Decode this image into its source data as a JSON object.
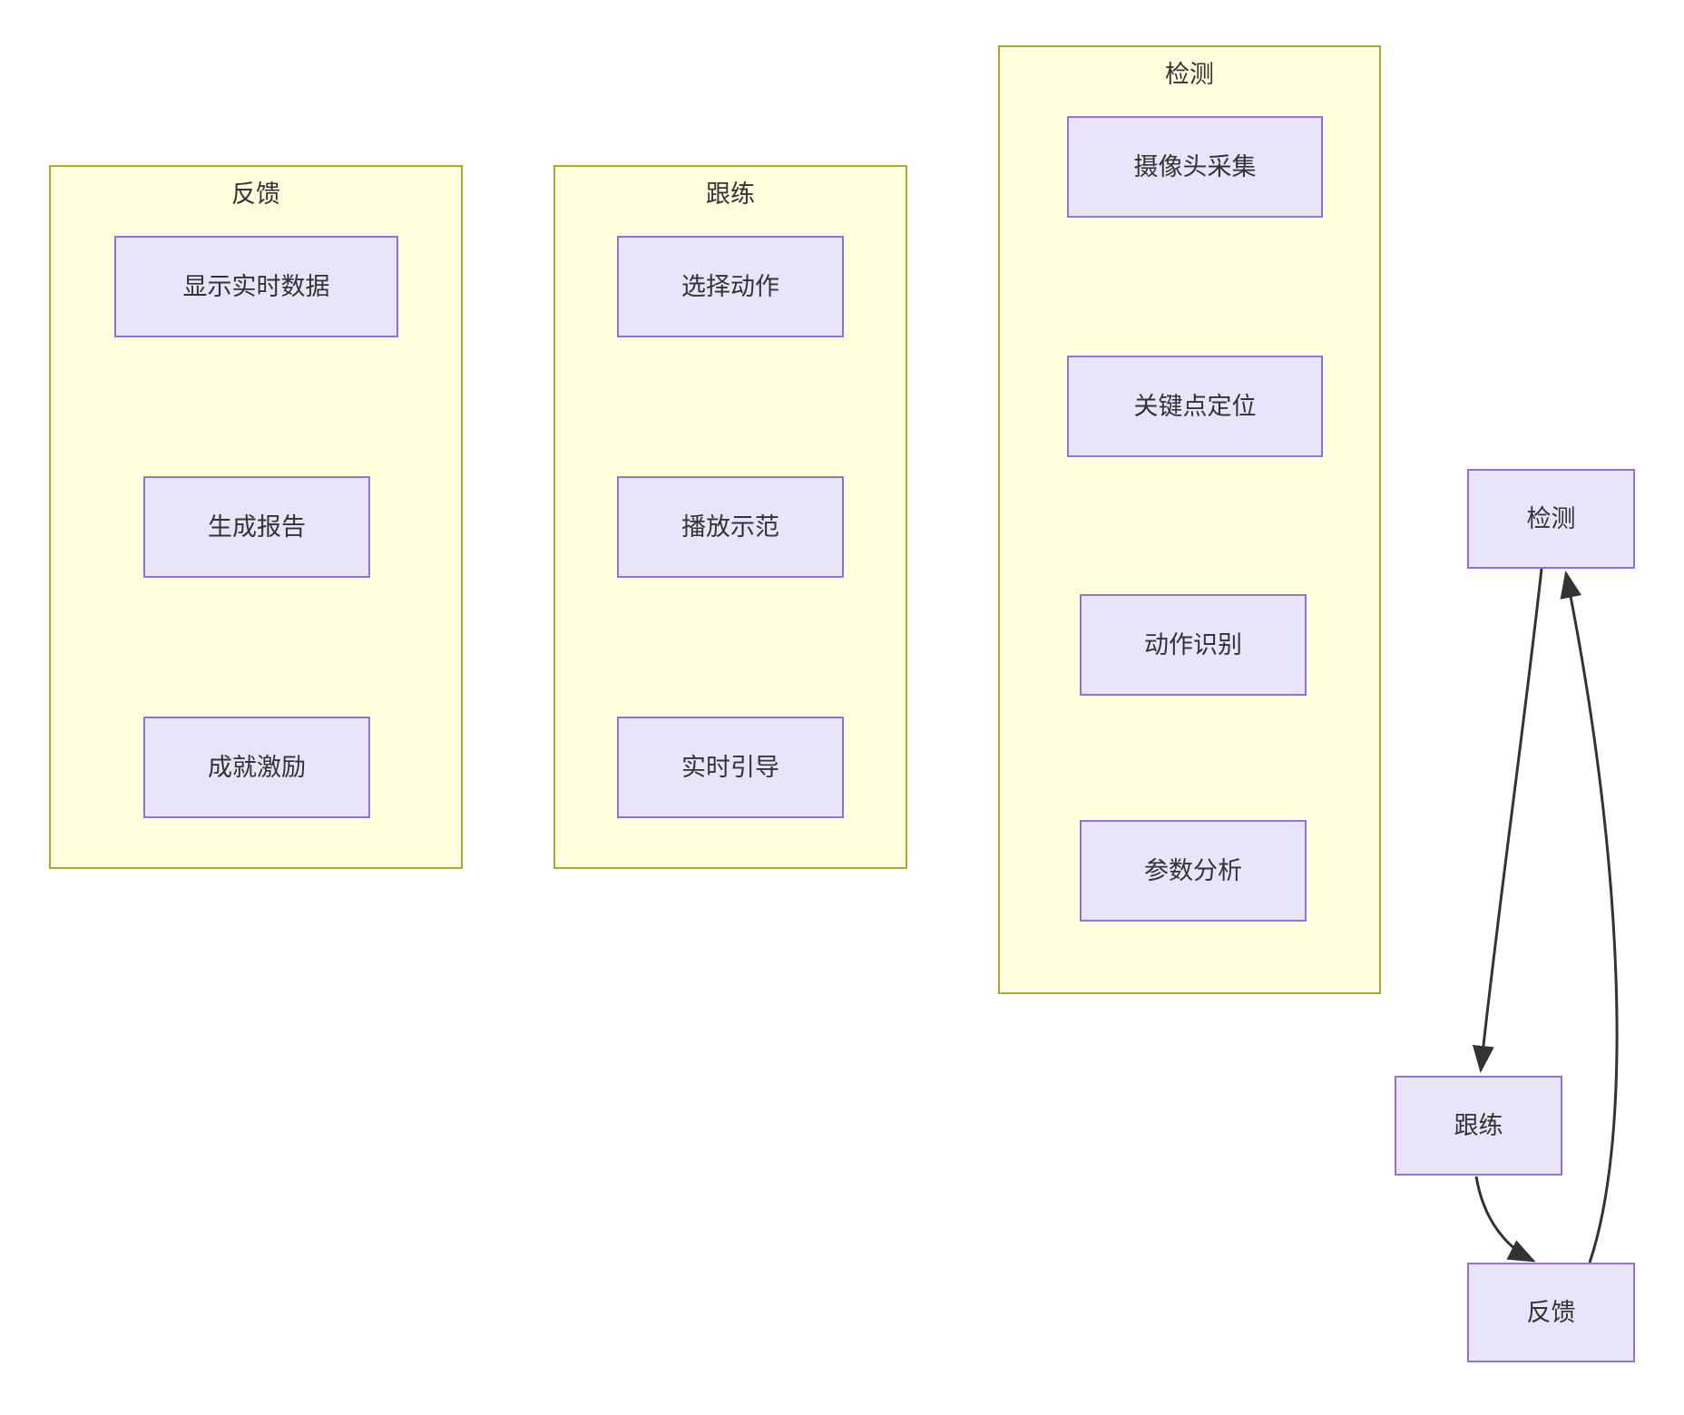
{
  "diagram": {
    "type": "flowchart",
    "direction": "top-down",
    "background": "#ffffff",
    "palette": {
      "node_fill": "#e8e4fa",
      "node_border": "#9370db",
      "node_text": "#333333",
      "subgraph_fill": "#ffffde",
      "subgraph_border": "#aaaa33",
      "edge_stroke": "#333333"
    }
  },
  "subgraphs": [
    {
      "id": "feedback-group",
      "title": "反馈",
      "nodes": [
        {
          "id": "show-realtime-data",
          "label": "显示实时数据"
        },
        {
          "id": "generate-report",
          "label": "生成报告"
        },
        {
          "id": "achievement-motivation",
          "label": "成就激励"
        }
      ]
    },
    {
      "id": "coaching-group",
      "title": "跟练",
      "nodes": [
        {
          "id": "select-action",
          "label": "选择动作"
        },
        {
          "id": "play-demo",
          "label": "播放示范"
        },
        {
          "id": "realtime-guidance",
          "label": "实时引导"
        }
      ]
    },
    {
      "id": "detection-group",
      "title": "检测",
      "nodes": [
        {
          "id": "camera-capture",
          "label": "摄像头采集"
        },
        {
          "id": "keypoint-localization",
          "label": "关键点定位"
        },
        {
          "id": "action-recognition",
          "label": "动作识别"
        },
        {
          "id": "parameter-analysis",
          "label": "参数分析"
        }
      ]
    }
  ],
  "standalone_nodes": [
    {
      "id": "detection",
      "label": "检测"
    },
    {
      "id": "coaching",
      "label": "跟练"
    },
    {
      "id": "feedback",
      "label": "反馈"
    }
  ],
  "edges": [
    {
      "from": "show-realtime-data",
      "to": "generate-report",
      "style": "solid-arrow"
    },
    {
      "from": "generate-report",
      "to": "achievement-motivation",
      "style": "solid-arrow"
    },
    {
      "from": "select-action",
      "to": "play-demo",
      "style": "solid-arrow"
    },
    {
      "from": "play-demo",
      "to": "realtime-guidance",
      "style": "solid-arrow"
    },
    {
      "from": "camera-capture",
      "to": "keypoint-localization",
      "style": "solid-arrow"
    },
    {
      "from": "keypoint-localization",
      "to": "action-recognition",
      "style": "solid-arrow"
    },
    {
      "from": "action-recognition",
      "to": "parameter-analysis",
      "style": "solid-arrow"
    },
    {
      "from": "detection",
      "to": "coaching",
      "style": "curved-arrow"
    },
    {
      "from": "coaching",
      "to": "feedback",
      "style": "curved-arrow"
    },
    {
      "from": "feedback",
      "to": "detection",
      "style": "curved-arrow"
    }
  ]
}
